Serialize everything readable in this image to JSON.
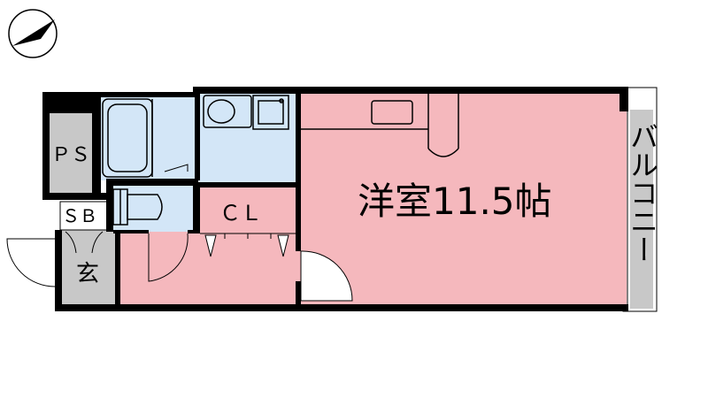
{
  "labels": {
    "main_room": "洋室11.5帖",
    "closet": "ＣＬ",
    "pipe_space": "ＰＳ",
    "shoe_box": "ＳＢ",
    "entrance": "玄",
    "balcony": "バルコニー"
  },
  "compass": {
    "icon": "north-arrow-icon"
  },
  "colors": {
    "room_pink": "#f5b8bd",
    "wet_blue": "#d3e6f7",
    "gray": "#c8c8c8",
    "wall": "#000000"
  }
}
